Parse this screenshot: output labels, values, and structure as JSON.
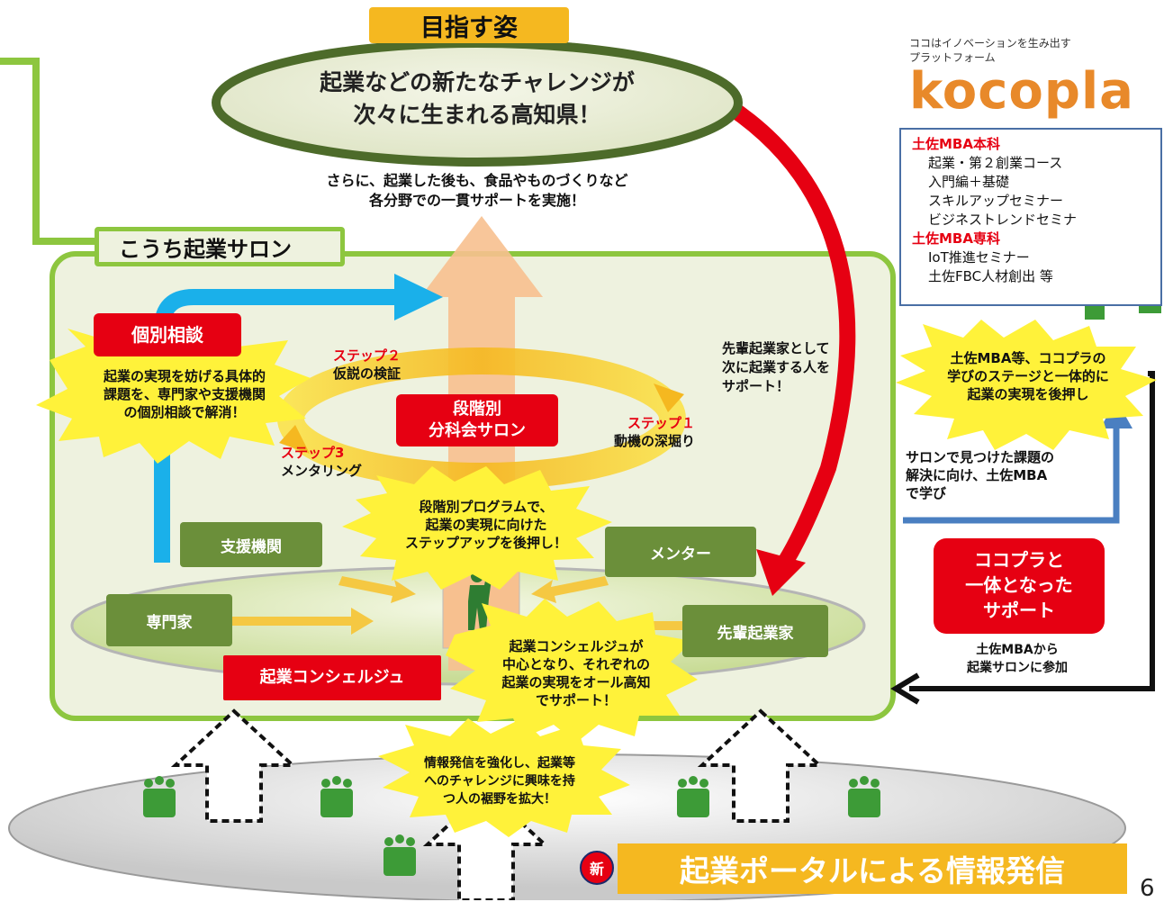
{
  "goal": {
    "label": "目指す姿",
    "line1": "起業などの新たなチャレンジが",
    "line2": "次々に生まれる高知県！"
  },
  "followup": {
    "line1": "さらに、起業した後も、食品やものづくりなど",
    "line2": "各分野での一貫サポートを実施！"
  },
  "salon_title": "こうち起業サロン",
  "kojin": {
    "label": "個別相談",
    "burst": [
      "起業の実現を妨げる具体的",
      "課題を、専門家や支援機関",
      "の個別相談で解消！"
    ]
  },
  "steps": {
    "step2_label": "ステップ２",
    "step2_text": "仮説の検証",
    "step1_label": "ステップ１",
    "step1_text": "動機の深堀り",
    "step3_label": "ステップ3",
    "step3_text": "メンタリング",
    "center_line1": "段階別",
    "center_line2": "分科会サロン"
  },
  "program_burst": [
    "段階別プログラムで、",
    "起業の実現に向けた",
    "ステップアップを後押し！"
  ],
  "senpai_note": [
    "先輩起業家として",
    "次に起業する人を",
    "サポート！"
  ],
  "actors": {
    "shien": "支援機関",
    "mentor": "メンター",
    "senmon": "専門家",
    "senpai": "先輩起業家",
    "concierge": "起業コンシェルジュ"
  },
  "concierge_burst": [
    "起業コンシェルジュが",
    "中心となり、それぞれの",
    "起業の実現をオール高知",
    "でサポート！"
  ],
  "info_burst": [
    "情報発信を強化し、起業等",
    "へのチャレンジに興味を持",
    "つ人の裾野を拡大！"
  ],
  "portal": {
    "badge": "新",
    "label": "起業ポータルによる情報発信"
  },
  "kocopla": {
    "tagline1": "ココはイノベーションを生み出す",
    "tagline2": "プラットフォーム",
    "logo": "kocopla",
    "honka": "土佐MBA本科",
    "honka_items": [
      "起業・第２創業コース",
      "入門編＋基礎",
      "スキルアップセミナー",
      "ビジネストレンドセミナ"
    ],
    "senka": "土佐MBA専科",
    "senka_items": [
      "IoT推進セミナー",
      "土佐FBC人材創出 等"
    ]
  },
  "right_burst": [
    "土佐MBA等、ココプラの",
    "学びのステージと一体的に",
    "起業の実現を後押し"
  ],
  "salon_to_mba": [
    "サロンで見つけた課題の",
    "解決に向け、土佐MBA",
    "で学び"
  ],
  "integrated": [
    "ココプラと",
    "一体となった",
    "サポート"
  ],
  "mba_to_salon": [
    "土佐MBAから",
    "起業サロンに参加"
  ],
  "page_number": "6",
  "colors": {
    "red": "#e60012",
    "olive": "#6b8f3a",
    "salon_bg": "#eef2df",
    "lime": "#8dc63f",
    "blue": "#1ab0ea",
    "peach": "#f7c08f",
    "yellow": "#fff23a",
    "gold": "#f5b820",
    "orange": "#e8892a"
  }
}
